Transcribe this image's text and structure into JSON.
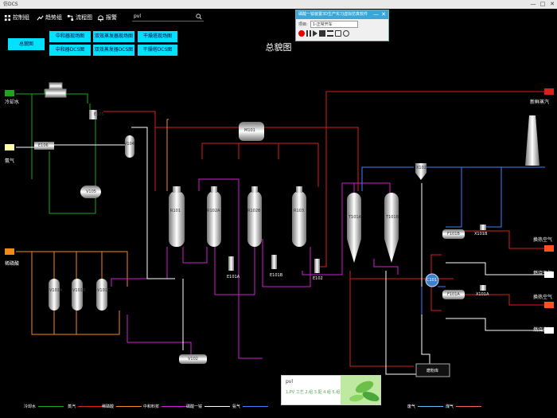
{
  "window": {
    "title": "仿DCS",
    "minimize": "—",
    "maximize": "□",
    "close": "✕"
  },
  "toolbar": {
    "items": [
      {
        "label": "控制组",
        "icon": "grid-icon"
      },
      {
        "label": "趋势组",
        "icon": "trend-icon"
      },
      {
        "label": "流程图",
        "icon": "flow-icon"
      },
      {
        "label": "报警",
        "icon": "bell-icon"
      }
    ],
    "search_value": "pvl"
  },
  "nav": {
    "overview": "总貌图",
    "buttons": [
      "中和器现场图",
      "中和器DCS图",
      "双效蒸发器现场图",
      "双效蒸发器DCS图",
      "干燥塔现场图",
      "干燥塔DCS图"
    ]
  },
  "page_title": "总貌图",
  "float_panel": {
    "title": "磷酸一铵装置3D生产实习虚拟仿真软件",
    "row_label": "项目:",
    "row_value": "1-正常开车",
    "minimize": "—",
    "close": "✕"
  },
  "streams_left": {
    "cooling_water": "冷却水",
    "ammonia": "氨气",
    "phosphoric_acid": "稀磷酸"
  },
  "streams_right": {
    "steam": "新鲜蒸汽",
    "hot_air_1": "换热空气",
    "fuel_air_1": "燃烧空气",
    "hot_air_2": "换热空气",
    "fuel_air_2": "燃烧空气"
  },
  "equipment": {
    "e105": "E105",
    "e106": "E106",
    "v104": "V104",
    "v105": "V105",
    "m101": "M101",
    "r101": "R101",
    "r102a": "R102A",
    "r102b": "R102B",
    "r103": "R103",
    "e101a": "E101A",
    "e101b": "E101B",
    "e102": "E102",
    "t101a": "T101A",
    "t101b": "T101B",
    "x102": "X102",
    "f101b": "F101B",
    "f101a": "F101A",
    "x101b": "X101B",
    "x101a": "X101A",
    "c101": "C101",
    "v101a": "V101A",
    "v101b": "V101B",
    "v101c": "V101C",
    "v102": "V102",
    "tank": "磨粉库"
  },
  "legend": [
    {
      "label": "冷却水",
      "color": "#1fa31f"
    },
    {
      "label": "蒸汽",
      "color": "#d81e1e"
    },
    {
      "label": "稀磷酸",
      "color": "#f08a1a"
    },
    {
      "label": "中和料浆",
      "color": "#d01ed0"
    },
    {
      "label": "磷酸一铵",
      "color": "#ffffff"
    },
    {
      "label": "氨气",
      "color": "#4080ff"
    },
    {
      "label": "废气",
      "color": "#60c0ff"
    },
    {
      "label": "煤气",
      "color": "#ff6060"
    }
  ],
  "popup": {
    "title": "pvl",
    "body": "1.PV 工艺 2.组 3.配 4.组 5.组"
  },
  "colors": {
    "cooling": "#1fa31f",
    "steam": "#d81e1e",
    "acid": "#f08a1a",
    "slurry": "#d01ed0",
    "product": "#ffffff",
    "ammonia": "#4080ff",
    "nav": "#00e0ff"
  }
}
